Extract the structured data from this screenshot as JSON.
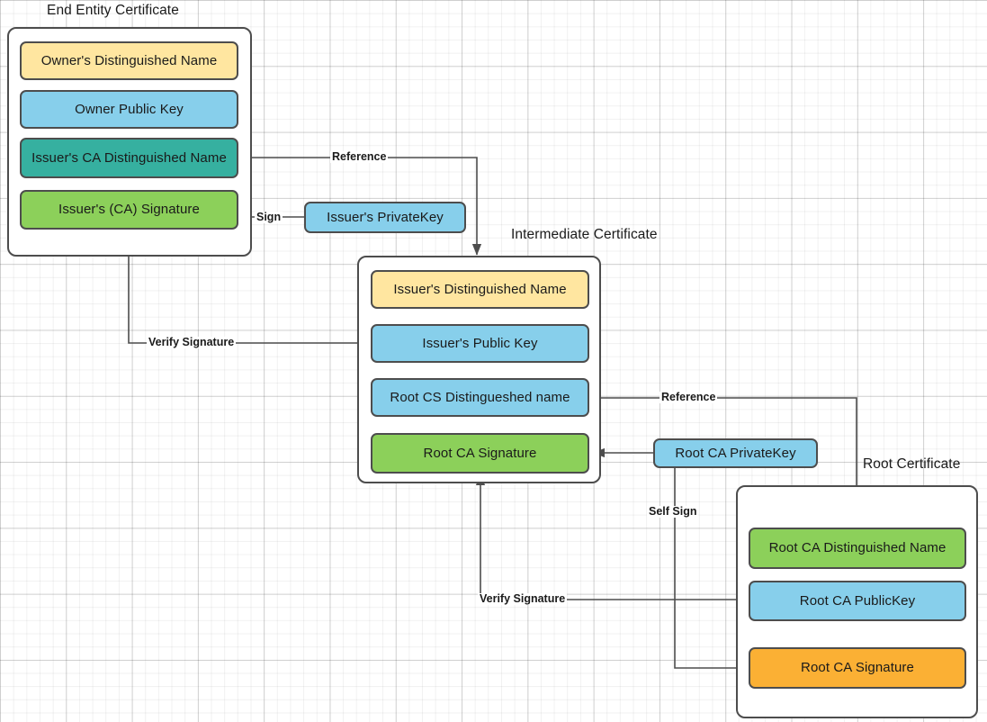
{
  "diagram": {
    "title_hidden": "X.509 Certificate Chain of Trust",
    "groups": [
      {
        "id": "end-entity",
        "title": "End Entity Certificate",
        "fields": [
          {
            "label": "Owner's Distinguished Name",
            "color": "#ffe6a0"
          },
          {
            "label": "Owner Public  Key",
            "color": "#87cfeb"
          },
          {
            "label": "Issuer's CA Distinguished Name",
            "color": "#36b0a0"
          },
          {
            "label": "Issuer's (CA) Signature",
            "color": "#8cd05a"
          }
        ]
      },
      {
        "id": "intermediate",
        "title": "Intermediate Certificate",
        "fields": [
          {
            "label": "Issuer's Distinguished Name",
            "color": "#ffe6a0"
          },
          {
            "label": "Issuer's Public  Key",
            "color": "#87cfeb"
          },
          {
            "label": "Root CS Distingueshed name",
            "color": "#87cfeb"
          },
          {
            "label": "Root CA Signature",
            "color": "#8cd05a"
          }
        ]
      },
      {
        "id": "root",
        "title": "Root Certificate",
        "fields": [
          {
            "label": "Root CA Distinguished Name",
            "color": "#8cd05a"
          },
          {
            "label": "Root CA PublicKey",
            "color": "#87cfeb"
          },
          {
            "label": "Root CA Signature",
            "color": "#fbb034"
          }
        ]
      }
    ],
    "keys": [
      {
        "id": "issuer-private-key",
        "label": "Issuer's PrivateKey",
        "color": "#87cfeb"
      },
      {
        "id": "root-ca-private-key",
        "label": "Root CA PrivateKey",
        "color": "#87cfeb"
      }
    ],
    "edges": [
      {
        "id": "reference-top",
        "label": "Reference"
      },
      {
        "id": "sign-end-entity",
        "label": "Sign"
      },
      {
        "id": "verify-signature-end-entity",
        "label": "Verify Signature"
      },
      {
        "id": "reference-bottom",
        "label": "Reference"
      },
      {
        "id": "verify-signature-intermediate",
        "label": "Verify Signature"
      },
      {
        "id": "self-sign",
        "label": "Self Sign"
      }
    ],
    "colors": {
      "yellow": "#ffe6a0",
      "blue": "#87cfeb",
      "teal": "#36b0a0",
      "green": "#8cd05a",
      "orange": "#fbb034",
      "stroke": "#4d4d4d",
      "background": "#ffffff"
    }
  }
}
